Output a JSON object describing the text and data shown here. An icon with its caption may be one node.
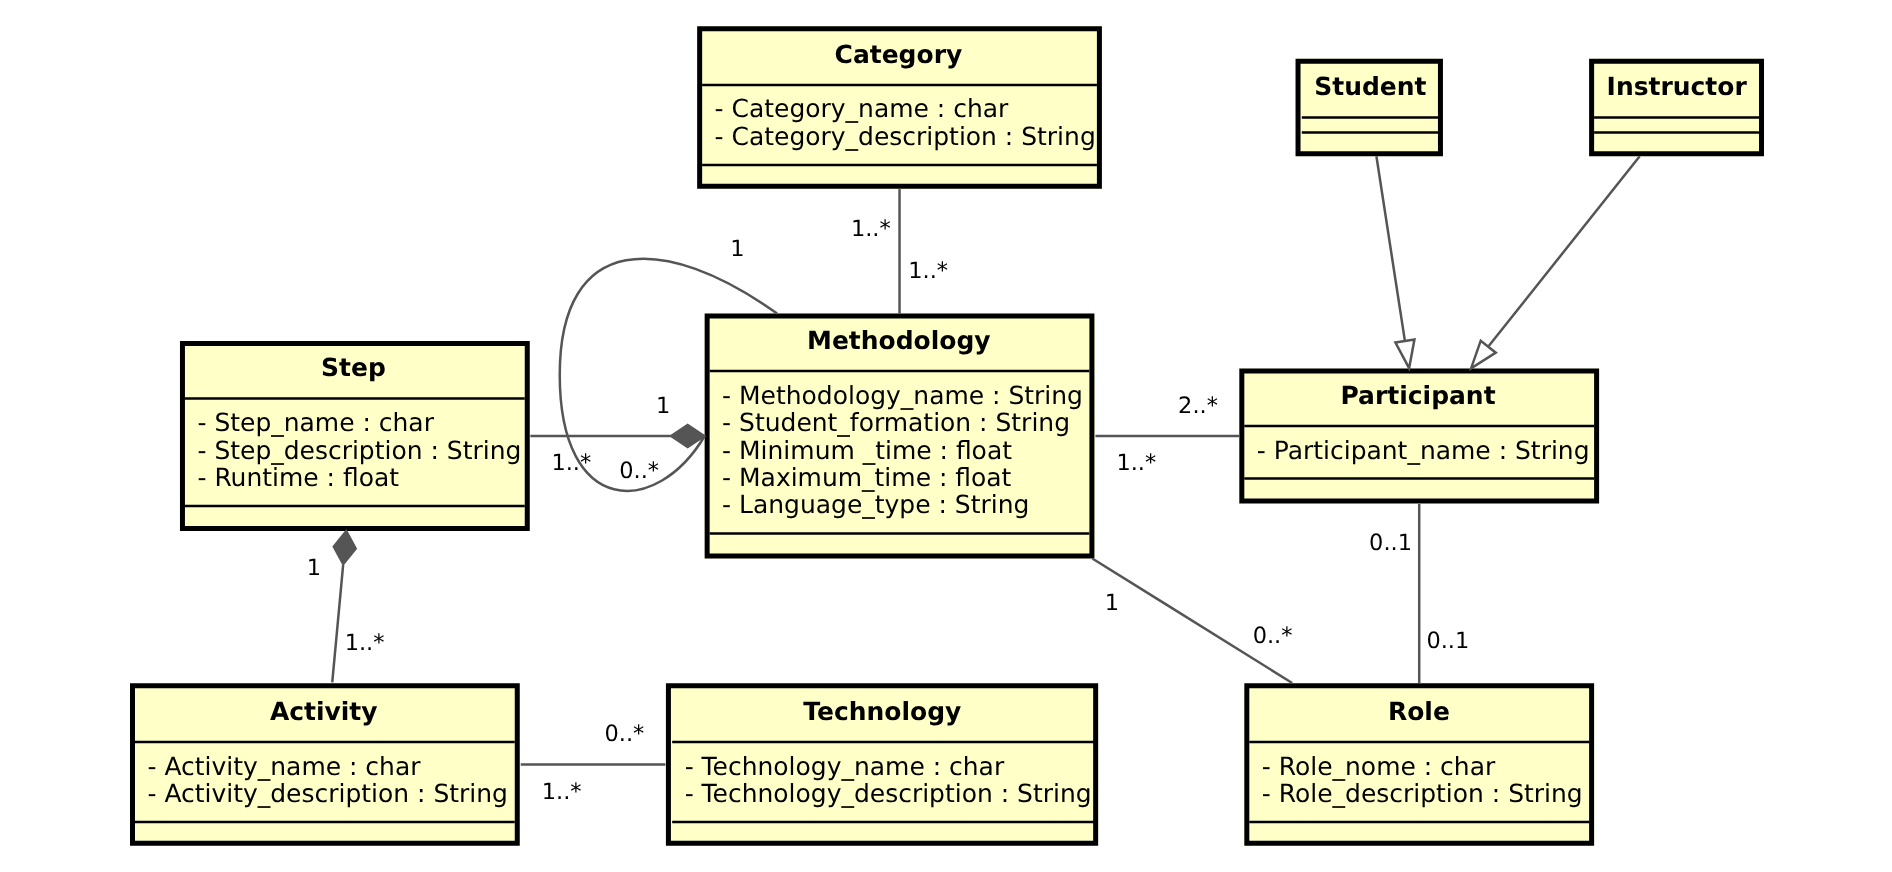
{
  "diagram": {
    "nodes": [
      {
        "text": [
          "Category",
          "- Category_name : char",
          "- Category_description : String"
        ]
      },
      {
        "text": [
          "Student"
        ]
      },
      {
        "text": [
          "Instructor"
        ]
      },
      {
        "text": [
          "Step",
          "- Step_name : char",
          "- Step_description : String",
          "- Runtime : float"
        ]
      },
      {
        "text": [
          "Methodology",
          "- Methodology_name : String",
          "- Student_formation : String",
          "- Minimum _time : float",
          "- Maximum_time : float",
          "- Language_type : String"
        ]
      },
      {
        "text": [
          "Participant",
          "- Participant_name : String"
        ]
      },
      {
        "text": [
          "Activity",
          "- Activity_name : char",
          "- Activity_description : String"
        ]
      },
      {
        "text": [
          "Technology",
          "- Technology_name : char",
          "- Technology_description : String"
        ]
      },
      {
        "text": [
          "Role",
          "- Role_nome : char",
          "- Role_description : String"
        ]
      }
    ],
    "edges": [
      {
        "from": 0,
        "to": 4,
        "arrow": "none"
      },
      {
        "from": 4,
        "to": 4,
        "arrow": "none"
      },
      {
        "from": 3,
        "to": 4,
        "arrow": "other"
      },
      {
        "from": 1,
        "to": 5,
        "arrow": "to"
      },
      {
        "from": 2,
        "to": 5,
        "arrow": "to"
      },
      {
        "from": 4,
        "to": 5,
        "arrow": "none"
      },
      {
        "from": 6,
        "to": 3,
        "arrow": "other"
      },
      {
        "from": 4,
        "to": 8,
        "arrow": "none"
      },
      {
        "from": 5,
        "to": 8,
        "arrow": "none"
      },
      {
        "from": 6,
        "to": 7,
        "arrow": "none"
      }
    ],
    "labels": [
      "1..*",
      "0..*",
      "1",
      "1..*",
      "1..*",
      "1",
      "1..*",
      "2..*",
      "0..1",
      "1",
      "1",
      "0..1",
      "1..*",
      "1..*",
      "0..*",
      "0..*"
    ]
  }
}
